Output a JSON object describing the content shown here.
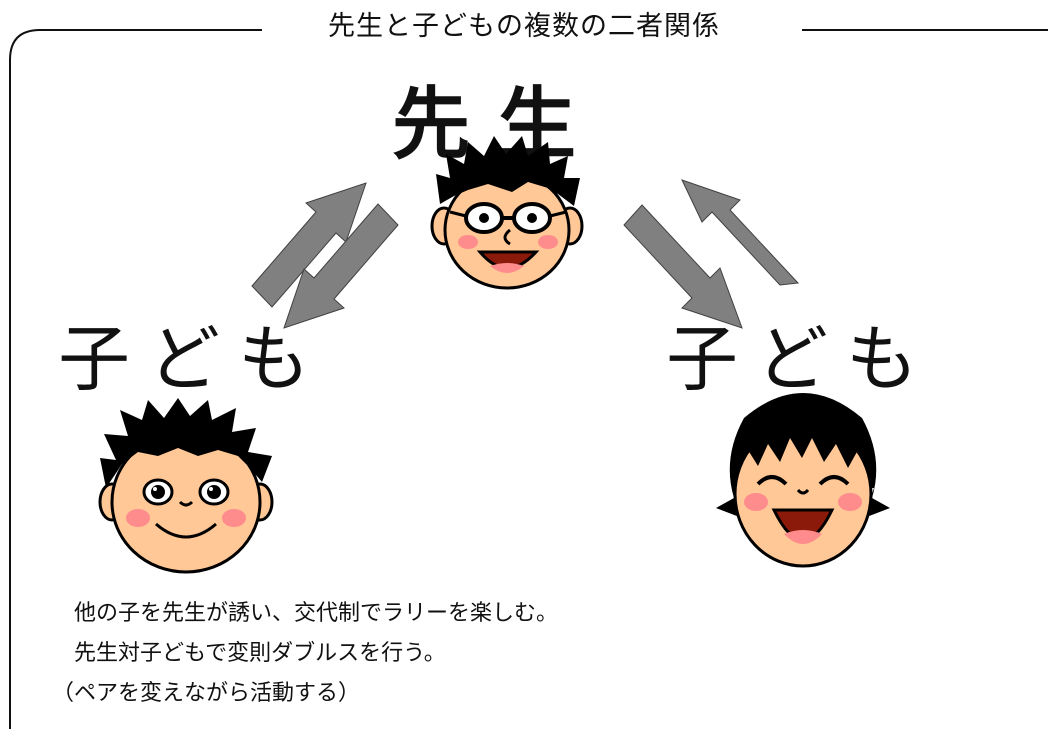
{
  "frame": {
    "title": "先生と子どもの複数の二者関係"
  },
  "labels": {
    "teacher": "先生",
    "child_left": "子ども",
    "child_right": "子ども"
  },
  "notes": [
    "他の子を先生が誘い、交代制でラリーを楽しむ。",
    "先生対子どもで変則ダブルスを行う。",
    "（ペアを変えながら活動する）"
  ],
  "colors": {
    "arrow_fill": "#808080",
    "arrow_stroke": "#404040",
    "skin": "#ffc896",
    "cheek": "#ff8c8c",
    "hair": "#000000",
    "mouth": "#8b1a0a",
    "tongue": "#ff8c8c"
  },
  "icons": [
    "teacher-face-icon",
    "boy-face-icon",
    "girl-face-icon",
    "arrow-icon"
  ]
}
